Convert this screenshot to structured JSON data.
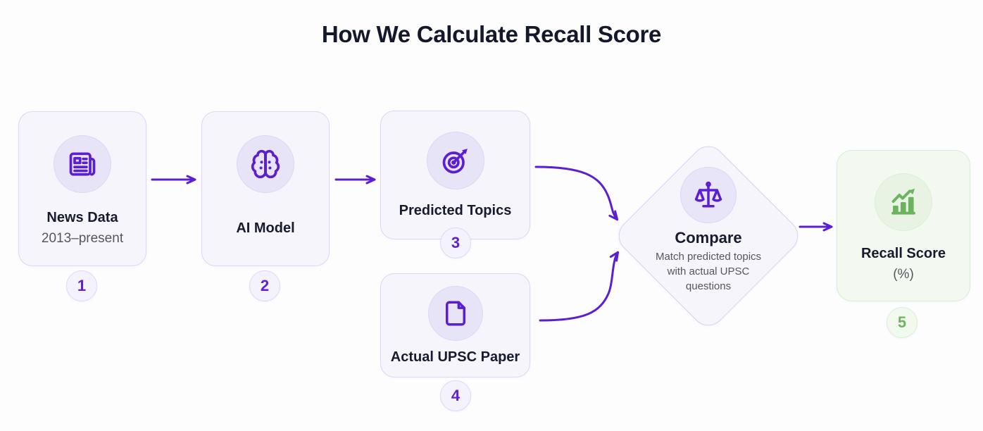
{
  "title": "How We Calculate Recall Score",
  "steps": [
    {
      "label": "News Data",
      "sublabel": "2013–present",
      "badge": "1",
      "icon": "newspaper-icon"
    },
    {
      "label": "AI Model",
      "badge": "2",
      "icon": "brain-icon"
    },
    {
      "label": "Predicted Topics",
      "badge": "3",
      "icon": "target-dart-icon"
    },
    {
      "label": "Actual UPSC Paper",
      "badge": "4",
      "icon": "document-icon"
    },
    {
      "label": "Compare",
      "sublabel": "Match predicted topics with actual UPSC questions",
      "icon": "balance-scale-icon"
    },
    {
      "label": "Recall Score",
      "sublabel": "(%)",
      "badge": "5",
      "icon": "growth-chart-icon"
    }
  ],
  "colors": {
    "accent_purple": "#5c1ed2",
    "accent_green": "#6bb35e",
    "title_text": "#15172b",
    "muted_text": "#55565f"
  }
}
